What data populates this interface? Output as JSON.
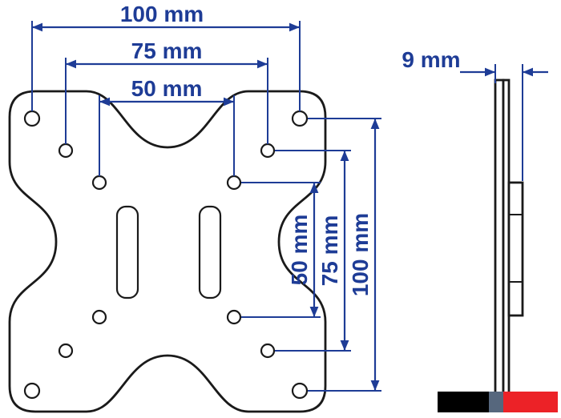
{
  "front_view": {
    "horizontal_dimensions": [
      {
        "label": "100 mm"
      },
      {
        "label": "75 mm"
      },
      {
        "label": "50 mm"
      }
    ],
    "vertical_dimensions": [
      {
        "label": "50 mm"
      },
      {
        "label": "75 mm"
      },
      {
        "label": "100 mm"
      }
    ]
  },
  "side_view": {
    "depth_dimension": {
      "label": "9 mm"
    }
  },
  "colors": {
    "dimension_blue": "#1e3c96",
    "outline_black": "#1a1a1a",
    "logo_black": "#000000",
    "logo_slate": "#56677d",
    "logo_red": "#ec2227"
  }
}
